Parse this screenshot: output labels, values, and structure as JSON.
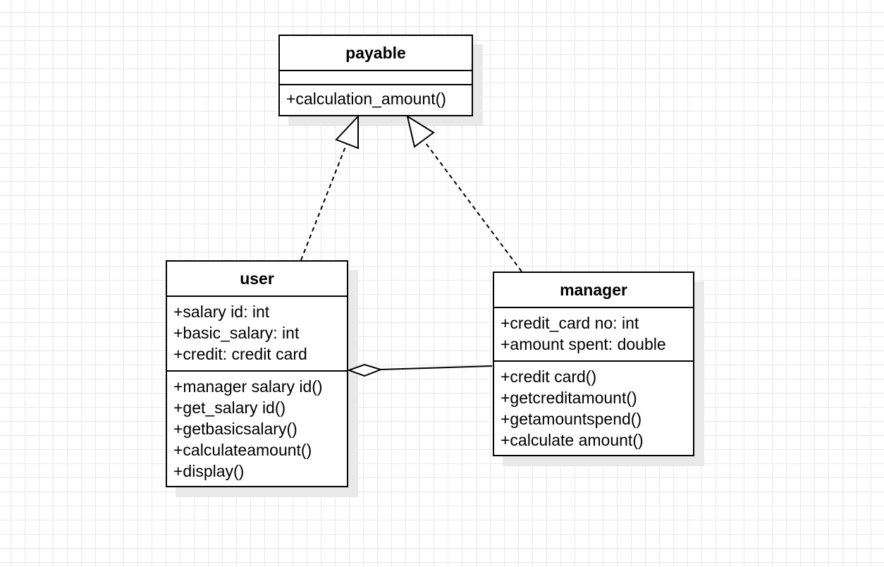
{
  "diagram": {
    "classes": [
      {
        "id": "payable",
        "name": "payable",
        "attributes": [],
        "operations": [
          "+calculation_amount()"
        ]
      },
      {
        "id": "user",
        "name": "user",
        "attributes": [
          "+salary id: int",
          "+basic_salary: int",
          "+credit: credit card"
        ],
        "operations": [
          "+manager salary id()",
          "+get_salary id()",
          "+getbasicsalary()",
          "+calculateamount()",
          "+display()"
        ]
      },
      {
        "id": "manager",
        "name": "manager",
        "attributes": [
          "+credit_card no: int",
          "+amount spent: double"
        ],
        "operations": [
          "+credit card()",
          "+getcreditamount()",
          "+getamountspend()",
          "+calculate amount()"
        ]
      }
    ],
    "relationships": [
      {
        "type": "realization",
        "from": "user",
        "to": "payable"
      },
      {
        "type": "realization",
        "from": "manager",
        "to": "payable"
      },
      {
        "type": "aggregation",
        "from": "manager",
        "to": "user"
      }
    ]
  }
}
